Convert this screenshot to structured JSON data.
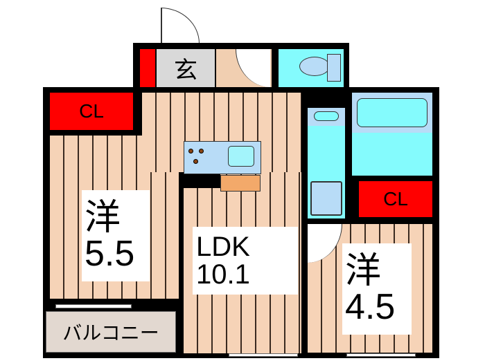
{
  "floorplan": {
    "rooms": {
      "western_left": {
        "kanji": "洋",
        "size": "5.5"
      },
      "ldk": {
        "name": "LDK",
        "size": "10.1"
      },
      "western_right": {
        "kanji": "洋",
        "size": "4.5"
      },
      "entrance": {
        "label": "玄"
      },
      "closet_left": {
        "label": "CL"
      },
      "closet_right": {
        "label": "CL"
      },
      "balcony": {
        "label": "バルコニー"
      }
    },
    "colors": {
      "wall": "#000000",
      "floor": "#f6d3b7",
      "closet": "#ff0000",
      "wet_area": "#84fbfd",
      "fixture": "#b8dcf7",
      "entrance": "#d9d9d9",
      "hall": "#f1cfb1",
      "balcony": "#e2d8d0",
      "counter": "#f3a96a"
    }
  }
}
